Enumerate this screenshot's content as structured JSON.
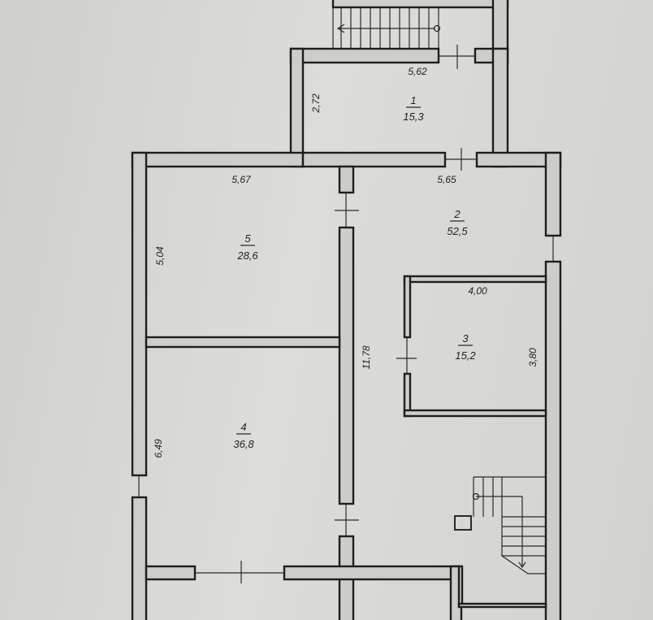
{
  "rooms": [
    {
      "number": "1",
      "area": "15,3"
    },
    {
      "number": "2",
      "area": "52,5"
    },
    {
      "number": "3",
      "area": "15,2"
    },
    {
      "number": "4",
      "area": "36,8"
    },
    {
      "number": "5",
      "area": "28,6"
    }
  ],
  "dimensions": {
    "room1_width": "5,62",
    "room1_height": "2,72",
    "room5_width": "5,67",
    "room5_height": "5,04",
    "room2_width": "5,65",
    "room2_length": "11,78",
    "room3_width": "4,00",
    "room3_height": "3,80",
    "room4_height": "6,49"
  }
}
